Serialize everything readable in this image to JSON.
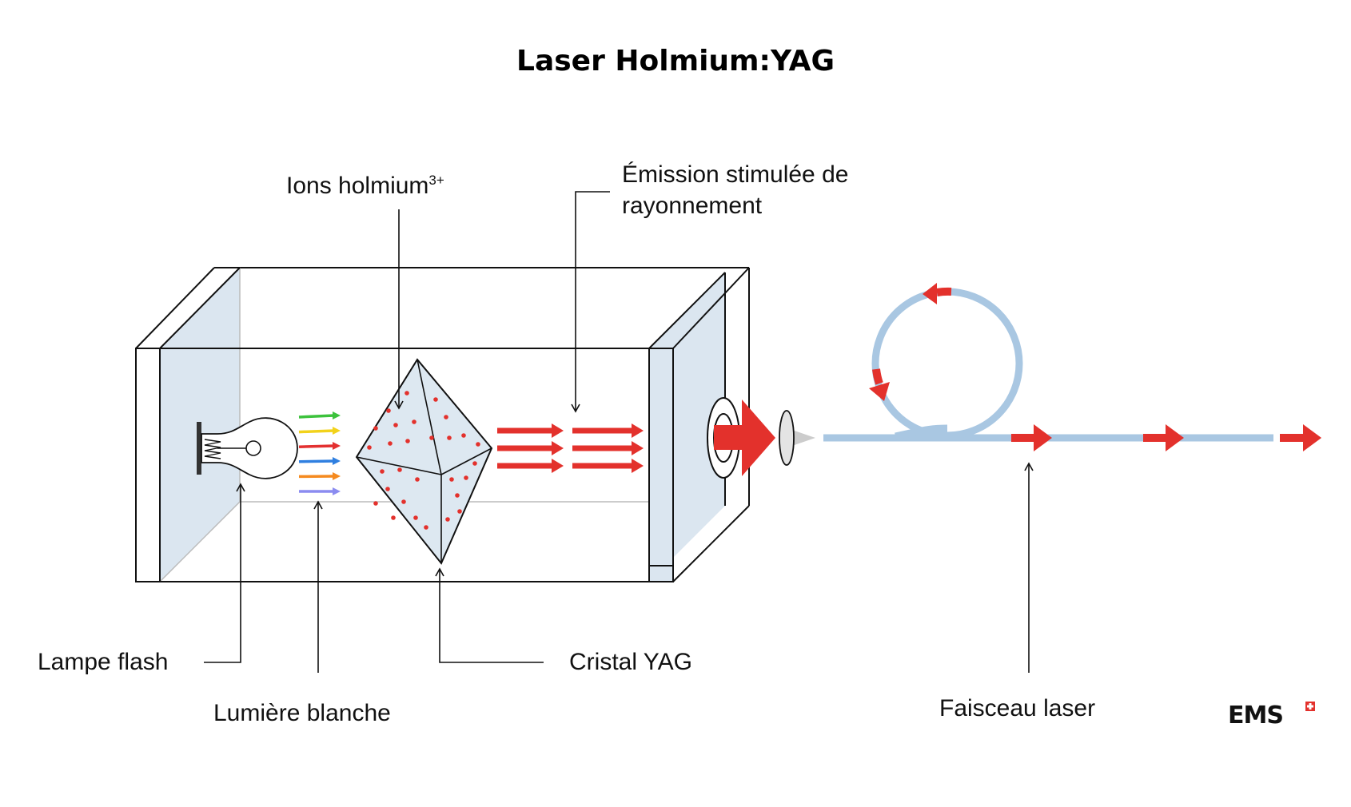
{
  "title": "Laser Holmium:YAG",
  "labels": {
    "ions": "Ions holmium",
    "ions_sup": "3+",
    "emission_line1": "Émission stimulée de",
    "emission_line2": "rayonnement",
    "flash_lamp": "Lampe flash",
    "white_light": "Lumière blanche",
    "yag_crystal": "Cristal YAG",
    "laser_beam": "Faisceau laser"
  },
  "logo": {
    "text": "EMS"
  },
  "colors": {
    "beam_red": "#e3312c",
    "fiber_blue": "#a9c7e2",
    "mirror_fill": "#dbe6f0",
    "crystal_fill": "#dde8f1",
    "spectrum": [
      "#3cc23c",
      "#f2d21b",
      "#e33030",
      "#2f7fe0",
      "#f58a1f",
      "#8b8cf0"
    ]
  }
}
